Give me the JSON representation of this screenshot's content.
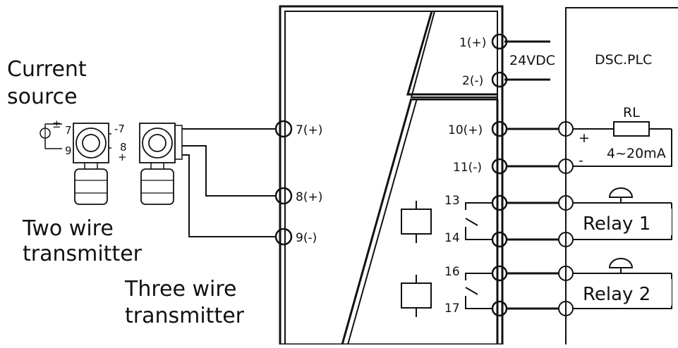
{
  "labels": {
    "current_source_1": "Current",
    "current_source_2": "source",
    "two_wire_1": "Two wire",
    "two_wire_2": "transmitter",
    "three_wire_1": "Three wire",
    "three_wire_2": "transmitter",
    "supply": "24VDC",
    "plc": "DSC.PLC",
    "load": "RL",
    "signal": "4~20mA",
    "relay1": "Relay 1",
    "relay2": "Relay 2",
    "plus": "+",
    "minus": "-"
  },
  "terminals": {
    "t1": "1(+)",
    "t2": "2(-)",
    "t7": "7(+)",
    "t8": "8(+)",
    "t9": "9(-)",
    "t10": "10(+)",
    "t11": "11(-)",
    "t13": "13",
    "t14": "14",
    "t16": "16",
    "t17": "17"
  },
  "source_marks": {
    "pm": "±",
    "seven": "7",
    "nine": "9",
    "minus_seven": "-7",
    "eight": "8",
    "plus": "+"
  }
}
